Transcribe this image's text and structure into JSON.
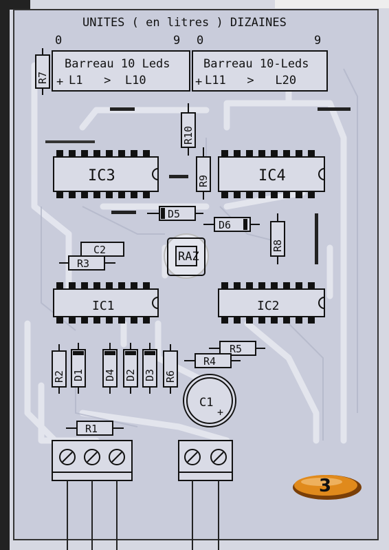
{
  "header": {
    "title": "UNITES ( en litres ) DIZAINES"
  },
  "bargraphs": [
    {
      "label": "Barreau 10 Leds",
      "range": "L1   >  L10",
      "plus": "+",
      "scale_left": "0",
      "scale_right": "9"
    },
    {
      "label": "Barreau 10-Leds",
      "range": "L11   >   L20",
      "plus": "+",
      "scale_left": "0",
      "scale_right": "9"
    }
  ],
  "chips": [
    "IC3",
    "IC4",
    "IC1",
    "IC2"
  ],
  "resistors": [
    "R7",
    "R10",
    "R9",
    "R8",
    "R3",
    "R2",
    "R6",
    "R5",
    "R4",
    "R1"
  ],
  "diodes": [
    "D5",
    "D6",
    "D1",
    "D4",
    "D2",
    "D3"
  ],
  "capacitors": [
    "C2",
    "C1"
  ],
  "button": "RAZ",
  "capacitor_polarity": "+",
  "figure_number": "3",
  "colors": {
    "board": "#c9ccdb",
    "trace": "#e6e8ef",
    "outline": "#111111",
    "badge": "#e08a1c"
  }
}
